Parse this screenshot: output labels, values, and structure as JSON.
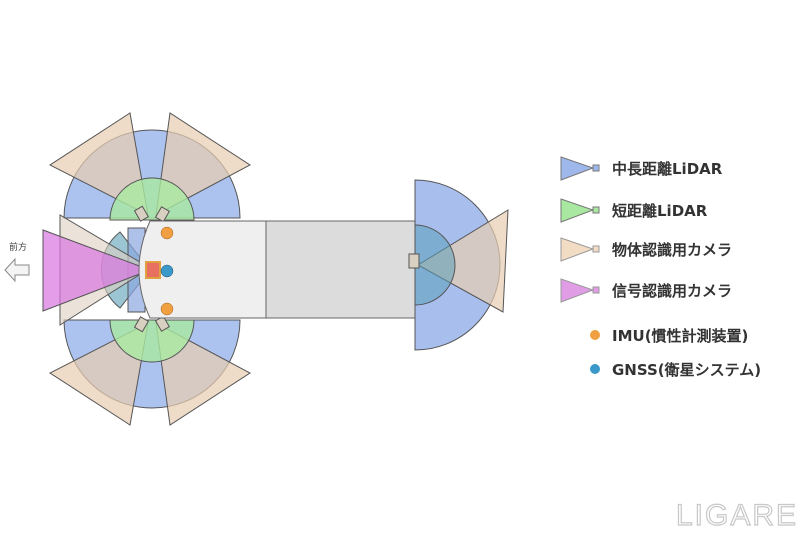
{
  "direction_label": "前方",
  "legend": [
    {
      "label": "中長距離LiDAR",
      "color": "#9fb8ec"
    },
    {
      "label": "短距離LiDAR",
      "color": "#a9e8a0"
    },
    {
      "label": "物体認識用カメラ",
      "color": "#f2dcc4"
    },
    {
      "label": "信号認識用カメラ",
      "color": "#e19ce6"
    }
  ],
  "markers": [
    {
      "label": "IMU(慣性計測装置)",
      "color": "#f0a040"
    },
    {
      "label": "GNSS(衛星システム)",
      "color": "#3b99c9"
    }
  ],
  "logo": "LIGARE"
}
